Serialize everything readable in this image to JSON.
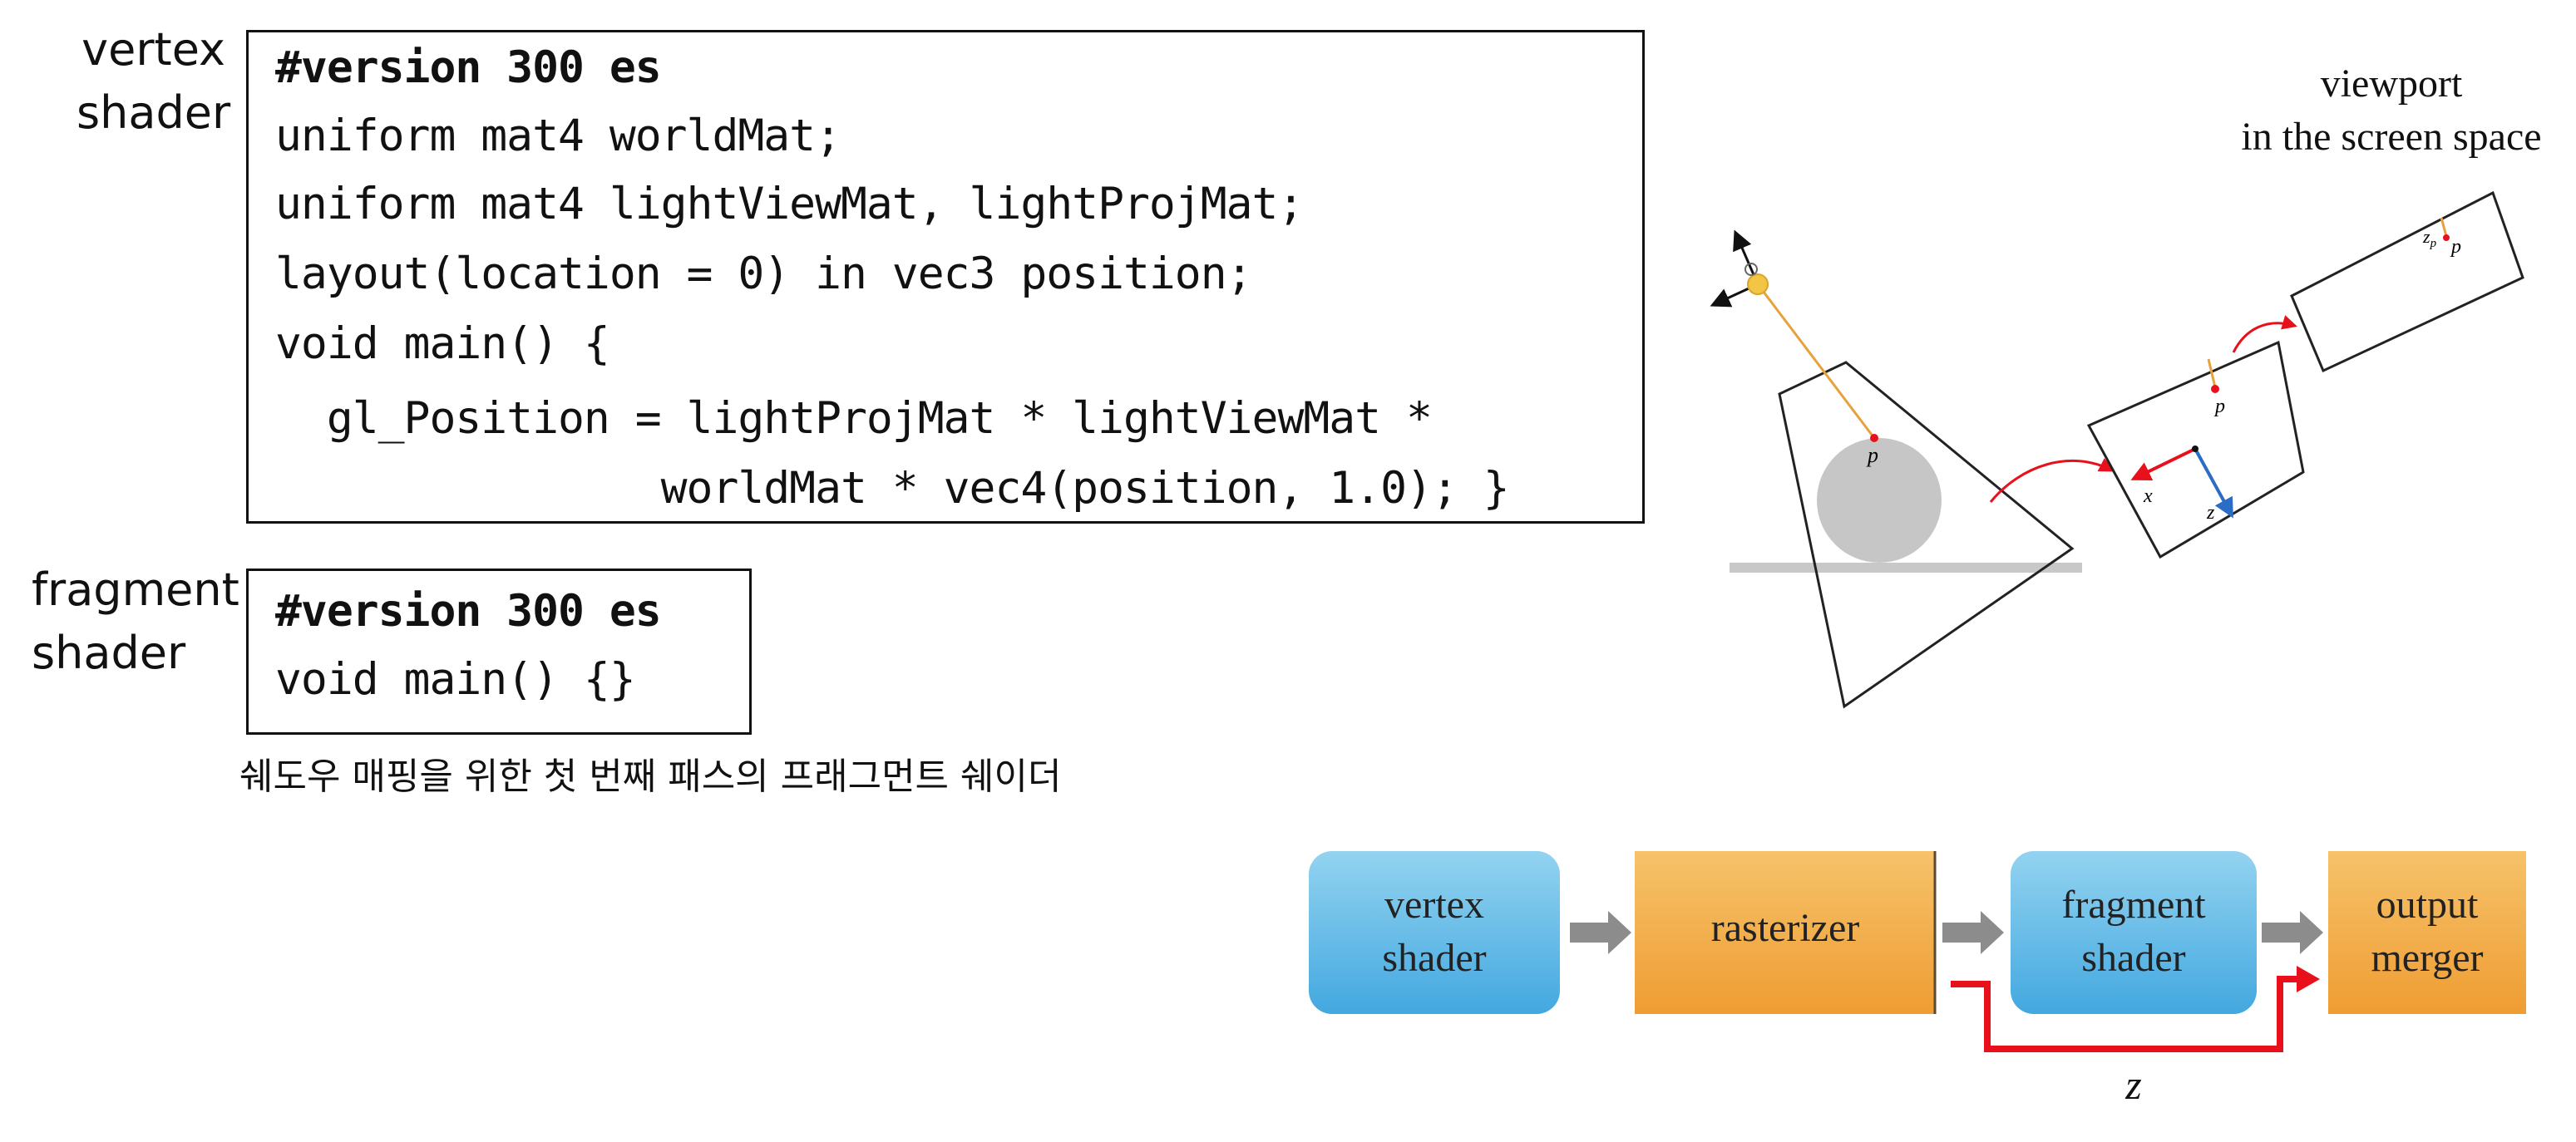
{
  "labels": {
    "vertex_shader": "vertex\nshader",
    "fragment_shader": "fragment\nshader"
  },
  "vertex_code": [
    "#version 300 es",
    "uniform mat4 worldMat;",
    "uniform mat4 lightViewMat, lightProjMat;",
    "layout(location = 0) in vec3 position;",
    "void main() {",
    "  gl_Position = lightProjMat * lightViewMat *",
    "               worldMat * vec4(position, 1.0); }"
  ],
  "fragment_code": [
    "#version 300 es",
    "void main() {}"
  ],
  "caption": "쉐도우 매핑을 위한 첫 번째 패스의 프래그먼트 쉐이더",
  "viewport_label": {
    "line1": "viewport",
    "line2": "in the screen space"
  },
  "point_labels": {
    "p": "p",
    "x": "x",
    "z": "z",
    "zp": "z",
    "zp_sub": "p"
  },
  "pipeline": {
    "stages": [
      {
        "line1": "vertex",
        "line2": "shader",
        "kind": "programmable"
      },
      {
        "line1": "rasterizer",
        "line2": "",
        "kind": "fixed"
      },
      {
        "line1": "fragment",
        "line2": "shader",
        "kind": "programmable"
      },
      {
        "line1": "output",
        "line2": "merger",
        "kind": "fixed"
      }
    ],
    "z_label": "z"
  },
  "colors": {
    "programmable": "#5bb8e6",
    "fixed": "#f0a43a",
    "red_arrow": "#e8101a",
    "gray_arrow": "#8c8c8c",
    "ray": "#e6a23c"
  }
}
